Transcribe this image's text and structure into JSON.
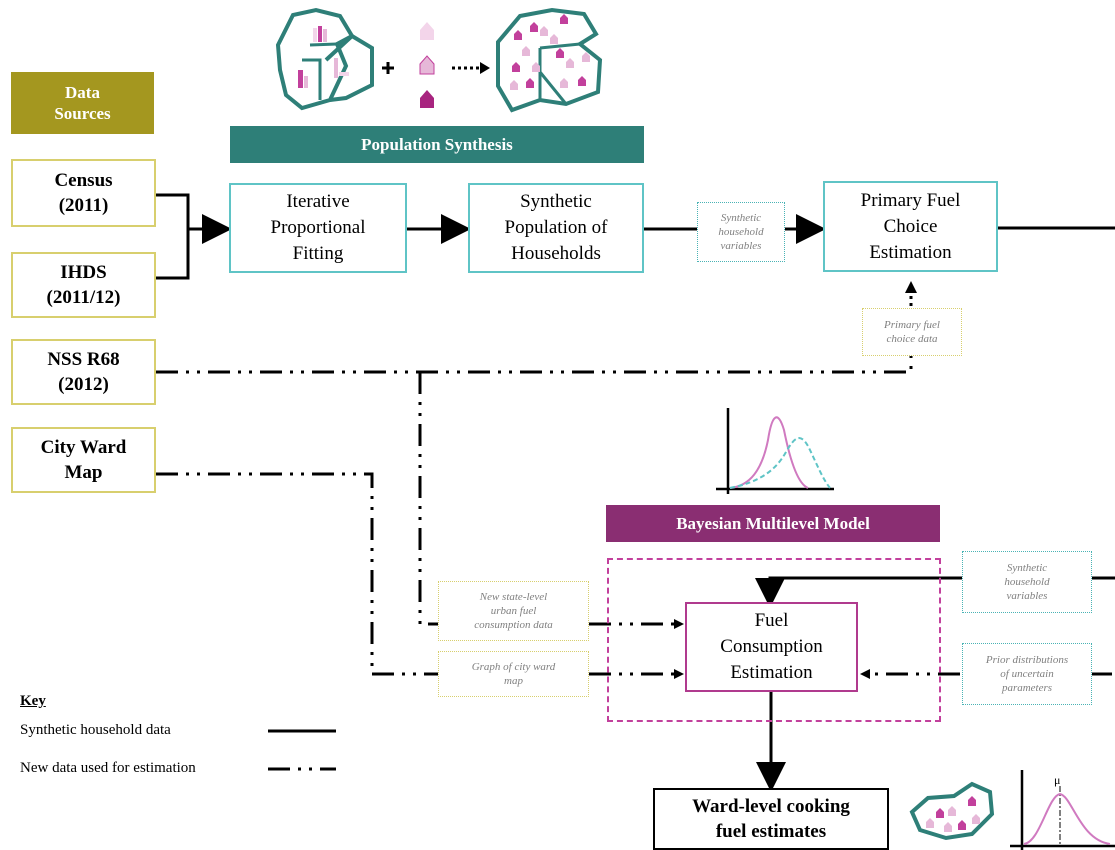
{
  "data_sources": {
    "title": "Data\nSources",
    "census": "Census\n(2011)",
    "ihds": "IHDS\n(2011/12)",
    "nss": "NSS R68\n(2012)",
    "ward_map": "City Ward\nMap"
  },
  "population_synthesis": {
    "title": "Population Synthesis",
    "ipf": "Iterative\nProportional\nFitting",
    "synthetic_population": "Synthetic\nPopulation of\nHouseholds",
    "primary_fuel": "Primary Fuel\nChoice\nEstimation"
  },
  "notes": {
    "synthetic_vars_top": "Synthetic\nhousehold\nvariables",
    "primary_fuel_data": "Primary fuel\nchoice data",
    "state_level_data": "New state-level\nurban fuel\nconsumption data",
    "ward_graph": "Graph of city ward\nmap",
    "synthetic_vars_right": "Synthetic\nhousehold\nvariables",
    "prior_distributions": "Prior distributions\nof uncertain\nparameters"
  },
  "bayesian": {
    "title": "Bayesian Multilevel Model",
    "fuel_consumption": "Fuel\nConsumption\nEstimation"
  },
  "output": {
    "ward_estimates": "Ward-level  cooking\nfuel estimates",
    "mu": "μ"
  },
  "key": {
    "title": "Key",
    "synthetic_label": "Synthetic household data",
    "new_data_label": "New data used for estimation"
  },
  "colors": {
    "olive": "#a4971f",
    "teal": "#2e7f78",
    "purple": "#8a2e72",
    "magenta": "#c2409c",
    "pink": "#e6b8d8",
    "light_pink": "#f3d5ea",
    "cyan": "#5fc4c6",
    "gold_border": "#d8cf6e"
  }
}
